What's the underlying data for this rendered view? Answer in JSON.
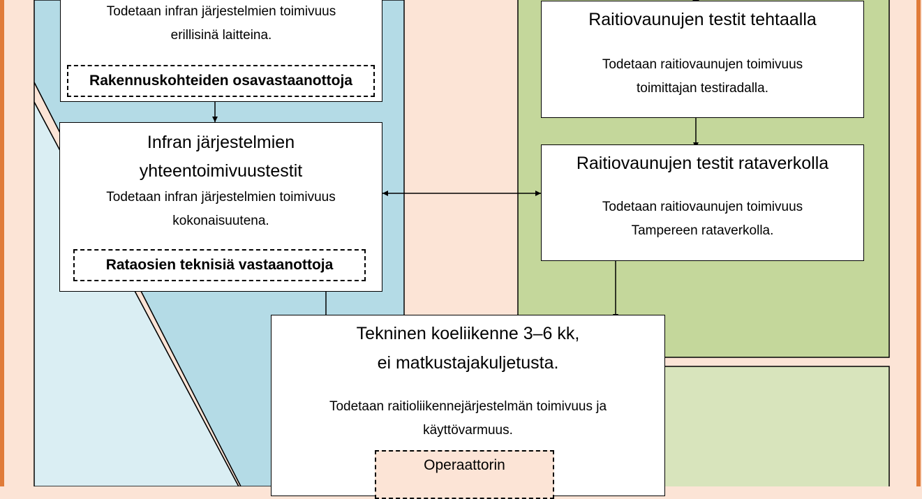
{
  "colors": {
    "background": "#fce4d6",
    "frame": "#e07b39",
    "infra_panel": "#b4dbe6",
    "infra_panel_light": "#daeef3",
    "vehicle_panel": "#c4d79b",
    "vehicle_panel_light": "#d8e4bc",
    "box": "#ffffff",
    "operator_tag": "#fce4d6"
  },
  "infra_unit_tests": {
    "body_line1": "Todetaan infran järjestelmien toimivuus",
    "body_line2": "erillisinä laitteina.",
    "tag": "Rakennuskohteiden osavastaanottoja"
  },
  "infra_integration_tests": {
    "title_line1": "Infran järjestelmien",
    "title_line2": "yhteentoimivuustestit",
    "body_line1": "Todetaan infran järjestelmien toimivuus",
    "body_line2": "kokonaisuutena.",
    "tag": "Rataosien teknisiä vastaanottoja"
  },
  "tram_factory_tests": {
    "title": "Raitiovaunujen testit tehtaalla",
    "body_line1": "Todetaan raitiovaunujen toimivuus",
    "body_line2": "toimittajan testiradalla."
  },
  "tram_network_tests": {
    "title": "Raitiovaunujen testit rataverkolla",
    "body_line1": "Todetaan raitiovaunujen toimivuus",
    "body_line2": "Tampereen rataverkolla."
  },
  "technical_trial": {
    "title_line1": "Tekninen koeliikenne 3–6 kk,",
    "title_line2": "ei matkustajakuljetusta.",
    "body_line1": "Todetaan raitioliikennejärjestelmän toimivuus ja",
    "body_line2": "käyttövarmuus.",
    "tag": "Operaattorin"
  }
}
